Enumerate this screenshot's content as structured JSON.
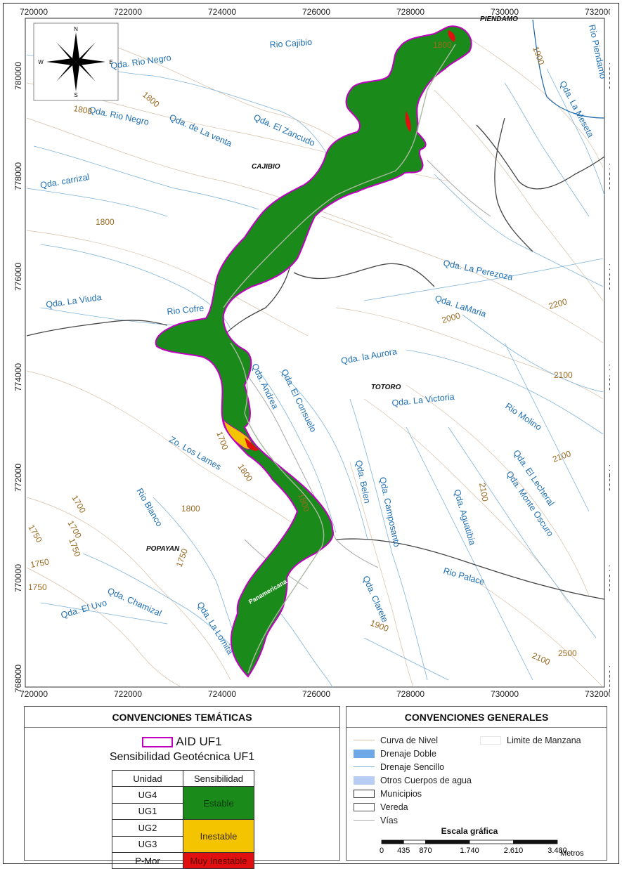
{
  "map": {
    "x_ticks": [
      "720000",
      "722000",
      "724000",
      "726000",
      "728000",
      "730000",
      "732000"
    ],
    "y_ticks": [
      "780000",
      "778000",
      "776000",
      "774000",
      "772000",
      "770000",
      "768000"
    ],
    "compass": {
      "n": "N",
      "s": "S",
      "e": "E",
      "w": "W"
    },
    "municipalities": [
      "PIENDAMO",
      "CAJIBIO",
      "TOTORO",
      "POPAYAN"
    ],
    "rivers": [
      "Rio Cajibio",
      "Qda. Rio Negro",
      "Qda. Rio Negro",
      "Qda. de La venta",
      "Qda. El Zancudo",
      "Qda. carrizal",
      "Rio Piendamo",
      "Qda. La Meseta",
      "Qda. La Perezoza",
      "Qda. La Viuda",
      "Qda. LaMaria",
      "Rio Cofre",
      "Qda. la Aurora",
      "Qda. Andrea",
      "Qda. El Consuelo",
      "Qda. La Victoria",
      "Rio Molino",
      "Zo. Los Lames",
      "Qda. Belen",
      "Qda. Camposanto",
      "Qda. Aguatibia",
      "Qda. El Lecheral",
      "Qda. Monte Oscuro",
      "Rio Blanco",
      "Rio Palace",
      "Qda. Clarete",
      "Qda. Chamizal",
      "Qda. El Uvo",
      "Qda. La Lomita",
      "Panamericana"
    ],
    "contours": [
      "1800",
      "1900",
      "1800",
      "1800",
      "1800",
      "2000",
      "2200",
      "2100",
      "2100",
      "2100",
      "1700",
      "1800",
      "1700",
      "1750",
      "1750",
      "1750",
      "1750",
      "1900",
      "2100",
      "2500",
      "1800",
      "1800",
      "1700",
      "1750"
    ]
  },
  "legend_tematicas": {
    "title": "CONVENCIONES TEMÁTICAS",
    "aid_label": "AID UF1",
    "subtitle": "Sensibilidad Geotécnica UF1",
    "col_unidad": "Unidad",
    "col_sensibilidad": "Sensibilidad",
    "units": [
      "UG4",
      "UG1",
      "UG2",
      "UG3",
      "P-Mor"
    ],
    "classes": [
      {
        "label": "Estable",
        "color": "#1a8a1a"
      },
      {
        "label": "Inestable",
        "color": "#f5c400"
      },
      {
        "label": "Muy Inestable",
        "color": "#e01010"
      }
    ]
  },
  "legend_generales": {
    "title": "CONVENCIONES GENERALES",
    "items": [
      "Curva de Nivel",
      "Drenaje Doble",
      "Drenaje Sencillo",
      "Otros Cuerpos de agua",
      "Municipios",
      "Vereda",
      "Vías"
    ],
    "manzana": "Limite de Manzana",
    "scale_title": "Escala gráfica",
    "scale_ticks": [
      "0",
      "435",
      "870",
      "1.740",
      "2.610",
      "3.480"
    ],
    "scale_unit": "Metros"
  }
}
